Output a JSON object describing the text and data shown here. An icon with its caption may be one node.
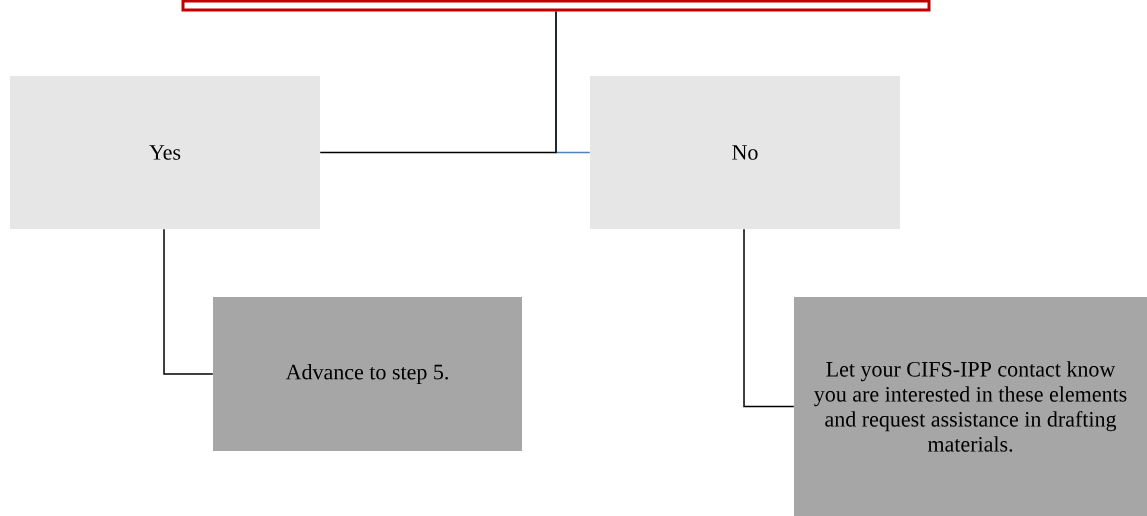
{
  "diagram": {
    "nodes": [
      {
        "text": [],
        "shape": "box"
      },
      {
        "text": [
          "Yes"
        ]
      },
      {
        "text": [
          "No"
        ]
      },
      {
        "text": [
          "Advance to step 5."
        ]
      },
      {
        "text": [
          "Let your CIFS-IPP contact know you are interested in these elements and request assistance in drafting materials."
        ]
      }
    ],
    "edges": [
      {
        "from": 0,
        "to": 1,
        "arrow": "none"
      },
      {
        "from": 0,
        "to": 2,
        "arrow": "none",
        "color": "#4f81bd"
      },
      {
        "from": 1,
        "to": 3,
        "arrow": "none"
      },
      {
        "from": 2,
        "to": 4,
        "arrow": "none"
      }
    ]
  }
}
